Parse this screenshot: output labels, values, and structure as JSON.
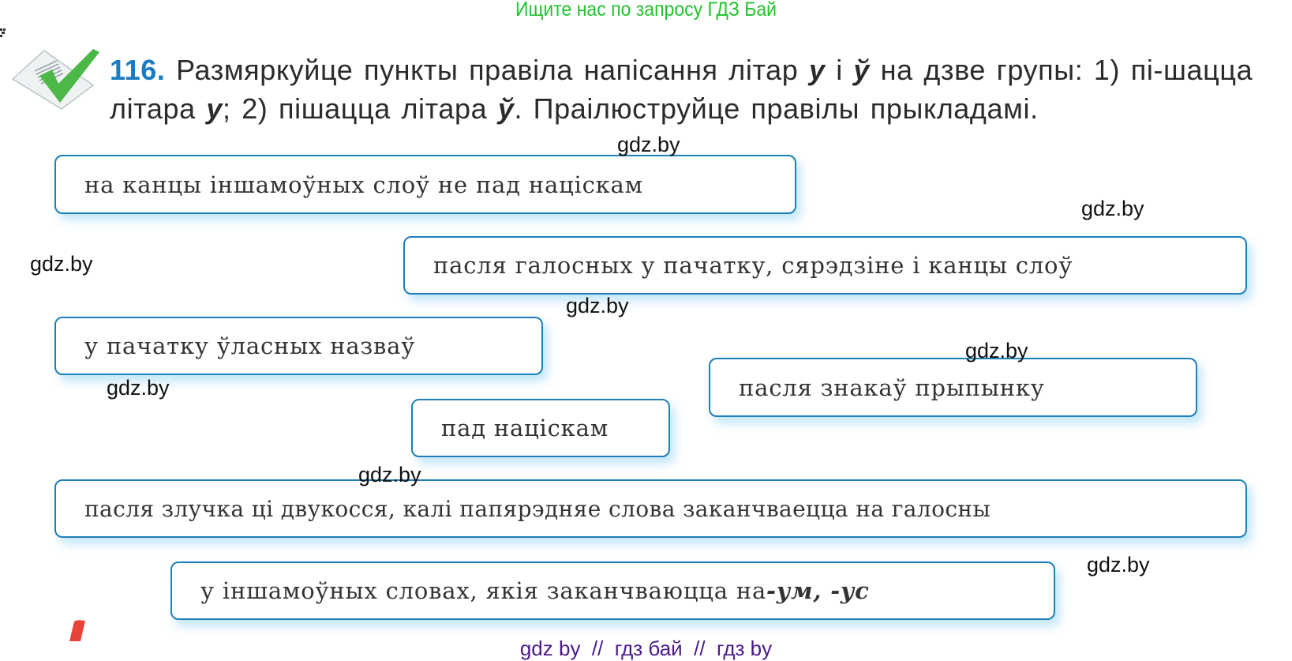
{
  "banner": {
    "text": "Ищите нас по запросу ГДЗ Бай",
    "color": "#22c32e"
  },
  "task": {
    "number": "116.",
    "number_color": "#1a7bbf",
    "text_part1": " Размяркуйце пункты правіла напісання літар ",
    "letter_u": "у",
    "text_part2": " і ",
    "letter_short_u": "ў",
    "text_part3": " на дзве групы: 1) пі-шацца літара ",
    "text_part4": "; 2) пішацца літара ",
    "text_part5": ". Праілюструйце правілы прыкладамі."
  },
  "rules": [
    {
      "text": "на канцы іншамоўных слоў не пад націскам"
    },
    {
      "text": "пасля галосных у пачатку, сярэдзіне і канцы слоў"
    },
    {
      "text": "у пачатку ўласных назваў"
    },
    {
      "text": "пад націскам"
    },
    {
      "text": "пасля знакаў прыпынку"
    },
    {
      "text": "пасля злучка ці двукосся, калі папярэдняе слова заканчваецца на галосны"
    },
    {
      "text": "у іншамоўных словах, якія заканчваюцца на ",
      "suffix": "-ум, -ус"
    }
  ],
  "watermarks": [
    "gdz.by",
    "gdz.by",
    "gdz.by",
    "gdz.by",
    "gdz.by",
    "gdz.by",
    "gdz.by",
    "gdz.by"
  ],
  "footer": {
    "text": "gdz by  //  гдз бай  //  гдз by",
    "color": "#4b1a8a"
  },
  "colors": {
    "box_border": "#1f7fb8",
    "check_green": "#4cb848",
    "red_mark": "#e8433a"
  }
}
